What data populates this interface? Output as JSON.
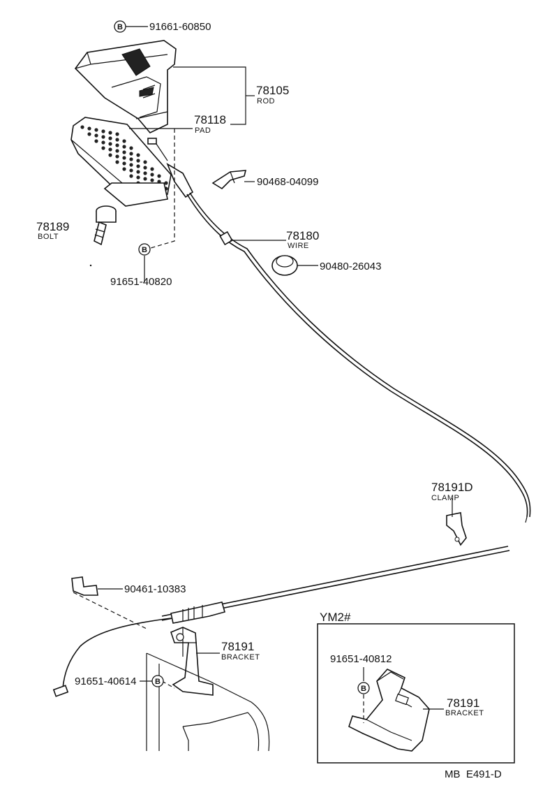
{
  "parts": {
    "p_91661_60850": {
      "number": "91661-60850",
      "marker": "B"
    },
    "p_78105": {
      "code": "78105",
      "name": "ROD"
    },
    "p_78118": {
      "code": "78118",
      "name": "PAD"
    },
    "p_90468_04099": {
      "number": "90468-04099"
    },
    "p_78189": {
      "code": "78189",
      "name": "BOLT"
    },
    "p_78180": {
      "code": "78180",
      "name": "WIRE"
    },
    "p_90480_26043": {
      "number": "90480-26043"
    },
    "p_91651_40820": {
      "number": "91651-40820",
      "marker": "B"
    },
    "p_78191d": {
      "code": "78191D",
      "name": "CLAMP"
    },
    "p_90461_10383": {
      "number": "90461-10383"
    },
    "p_78191": {
      "code": "78191",
      "name": "BRACKET"
    },
    "p_91651_40614": {
      "number": "91651-40614",
      "marker": "B"
    }
  },
  "inset": {
    "title": "YM2#",
    "bolt": {
      "number": "91651-40812",
      "marker": "B"
    },
    "bracket": {
      "code": "78191",
      "name": "BRACKET"
    }
  },
  "footer": {
    "code": "MB  E491-D"
  }
}
